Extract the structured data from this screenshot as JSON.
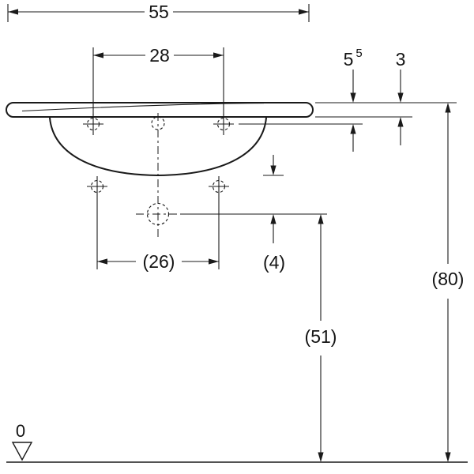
{
  "dimensions": {
    "overall_width": "55",
    "upper_tap_spacing": "28",
    "edge_to_tap_base": "5",
    "edge_to_tap_sup": "5",
    "rim_thickness": "3",
    "lower_tap_spacing": "(26)",
    "bowl_to_drain": "(4)",
    "floor_to_drain": "(51)",
    "floor_to_rim": "(80)",
    "datum": "0"
  }
}
